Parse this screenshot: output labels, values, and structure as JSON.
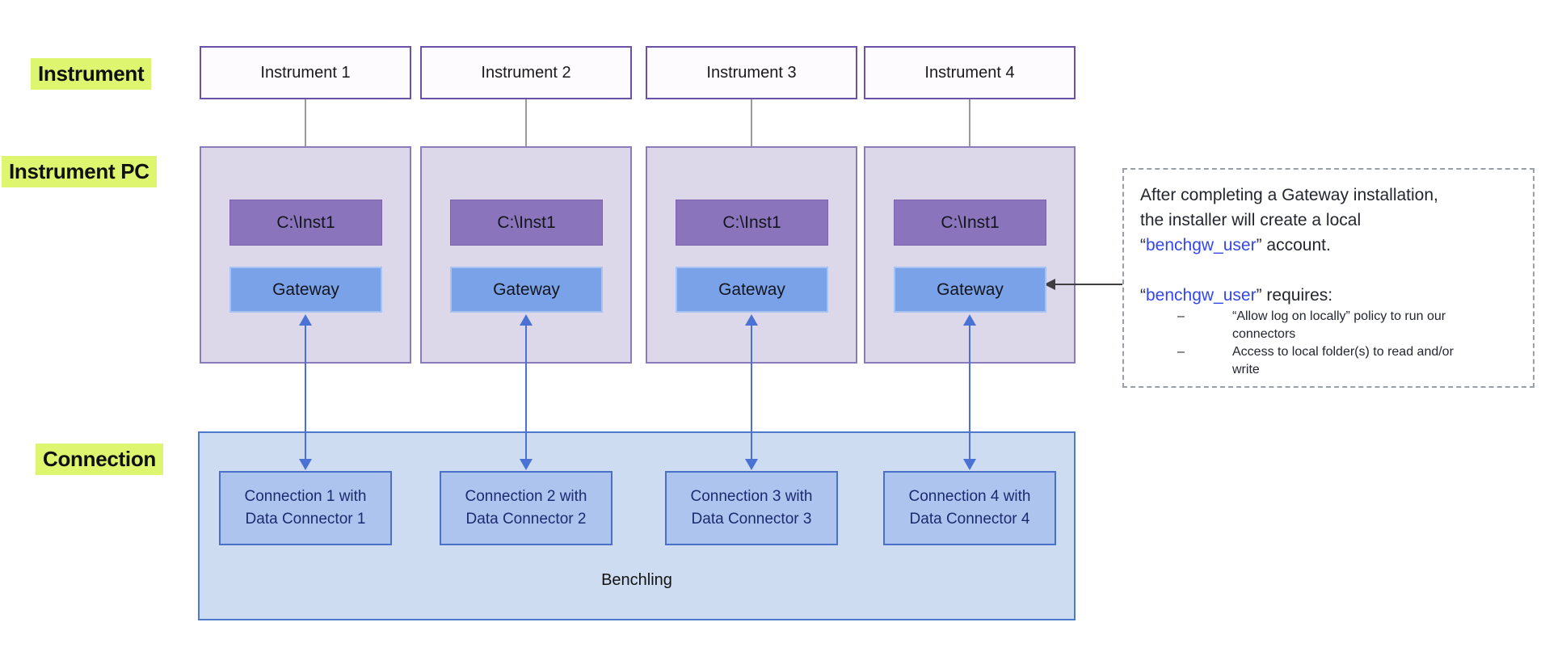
{
  "row_labels": {
    "instrument": "Instrument",
    "instrument_pc": "Instrument PC",
    "connection": "Connection"
  },
  "columns": [
    {
      "instrument": "Instrument 1",
      "folder_path": "C:\\Inst1",
      "gateway": "Gateway",
      "connection_line1": "Connection 1 with",
      "connection_line2": "Data Connector 1"
    },
    {
      "instrument": "Instrument 2",
      "folder_path": "C:\\Inst1",
      "gateway": "Gateway",
      "connection_line1": "Connection 2 with",
      "connection_line2": "Data Connector 2"
    },
    {
      "instrument": "Instrument 3",
      "folder_path": "C:\\Inst1",
      "gateway": "Gateway",
      "connection_line1": "Connection 3 with",
      "connection_line2": "Data Connector 3"
    },
    {
      "instrument": "Instrument 4",
      "folder_path": "C:\\Inst1",
      "gateway": "Gateway",
      "connection_line1": "Connection 4 with",
      "connection_line2": "Data Connector 4"
    }
  ],
  "platform": {
    "label": "Benchling"
  },
  "note": {
    "line1": "After completing a Gateway installation,",
    "line2": "the installer will create a local",
    "quote_open": "“",
    "account_name": "benchgw_user",
    "account_tail": "” account.",
    "requires_tail": "” requires:",
    "bullet_dash": "–",
    "bullet1_line1": "“Allow log on locally” policy to run our",
    "bullet1_line2": "connectors",
    "bullet2_line1": "Access to local folder(s) to read and/or",
    "bullet2_line2": "write"
  },
  "colors": {
    "label_highlight": "#ddf56f",
    "instrument_border": "#6b52a8",
    "instrument_fill": "#fdfbfe",
    "pc_container_fill": "#dcd8ea",
    "pc_container_border": "#8a7cba",
    "folder_fill": "#8a75bd",
    "gateway_fill": "#79a2e8",
    "gateway_border": "#a6c3f1",
    "benchling_fill": "#cddcf1",
    "benchling_border": "#4d7ac9",
    "connection_fill": "#adc5ee",
    "connection_border": "#4a70c8",
    "connection_text": "#1c2a70",
    "arrow_gray": "#9b9b9b",
    "arrow_blue": "#4a72d4",
    "arrow_dark": "#3e3e3e",
    "note_accent_blue": "#3347ee"
  }
}
